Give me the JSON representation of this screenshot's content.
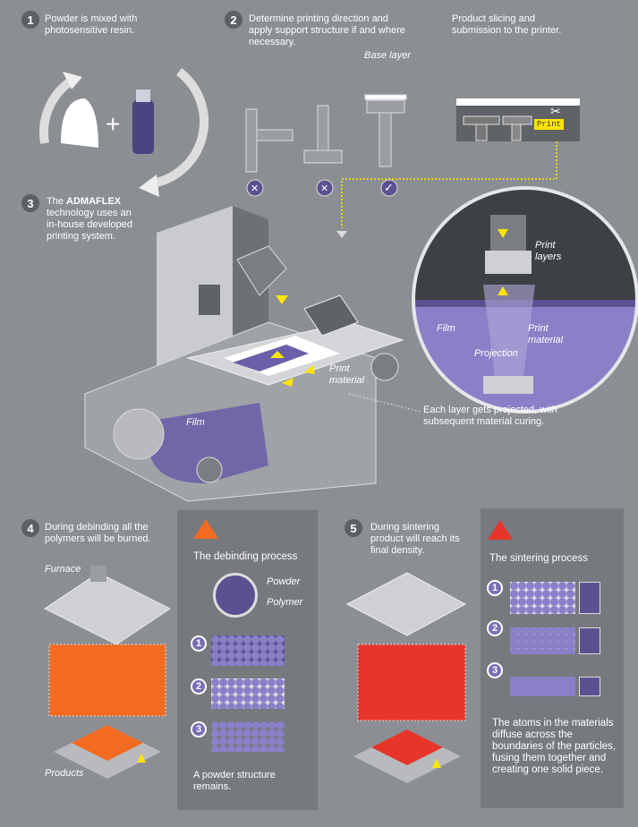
{
  "step1": {
    "number": "1",
    "text": "Powder is mixed with photosensitive resin."
  },
  "step2": {
    "number": "2",
    "text": "Determine printing direction and apply support structure if and where necessary.",
    "base_layer_label": "Base layer"
  },
  "slicing": {
    "text": "Product slicing and submission to the printer.",
    "print_button": "Print"
  },
  "step3": {
    "number": "3",
    "text_pre": "The ",
    "brand": "ADMAFLEX",
    "text_post": " technology uses an in-house developed printing system.",
    "labels": {
      "film": "Film",
      "print_material": "Print material"
    }
  },
  "zoom_view": {
    "print_layers": "Print layers",
    "film": "Film",
    "print_material": "Print material",
    "projection": "Projection"
  },
  "projection_note": "Each layer gets projected, with subsequent material curing.",
  "step4": {
    "number": "4",
    "text": "During debinding all the polymers will be burned.",
    "furnace_label": "Furnace",
    "products_label": "Products",
    "panel": {
      "title": "The debinding process",
      "powder": "Powder",
      "polymer": "Polymer",
      "stages": [
        "1",
        "2",
        "3"
      ],
      "note": "A powder structure remains."
    }
  },
  "step5": {
    "number": "5",
    "text": "During sintering product will reach its final density.",
    "panel": {
      "title": "The sintering process",
      "stages": [
        "1",
        "2",
        "3"
      ],
      "note": "The atoms in the materials diffuse across the boundaries of the particles, fusing them together and creating one solid piece."
    }
  },
  "colors": {
    "background": "#8b8e92",
    "panel": "#76797d",
    "purple": "#6a5fa8",
    "orange": "#f26b21",
    "red": "#e8352a",
    "yellow": "#ffe600"
  }
}
